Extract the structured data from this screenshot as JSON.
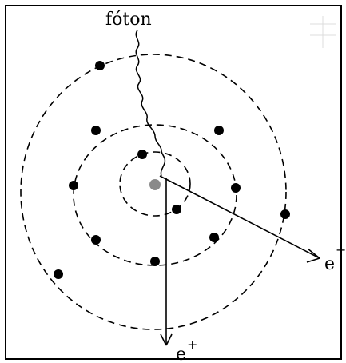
{
  "labels": {
    "photon": "fóton",
    "electron_base": "e",
    "electron_sign": "−",
    "positron_base": "e",
    "positron_sign": "+"
  }
}
